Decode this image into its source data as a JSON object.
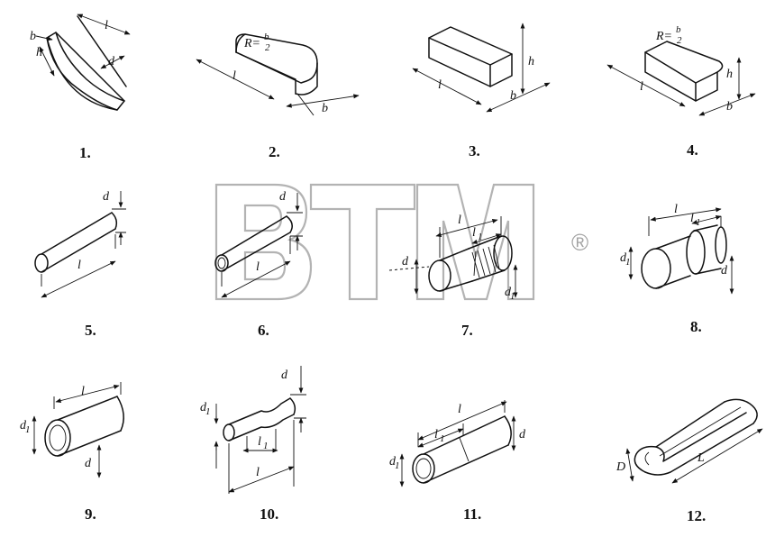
{
  "captions": [
    "1.",
    "2.",
    "3.",
    "4.",
    "5.",
    "6.",
    "7.",
    "8.",
    "9.",
    "10.",
    "11.",
    "12."
  ],
  "labels": {
    "p1": {
      "b": "b",
      "h": "h",
      "l": "l",
      "d": "d"
    },
    "p2": {
      "radius": "R=",
      "r_num": "b",
      "r_den": "2",
      "l": "l",
      "b": "b"
    },
    "p3": {
      "h": "h",
      "l": "l",
      "b": "b"
    },
    "p4": {
      "radius": "R=",
      "r_num": "b",
      "r_den": "2",
      "h": "h",
      "l": "l",
      "b": "b"
    },
    "p5": {
      "d": "d",
      "l": "l"
    },
    "p6": {
      "d": "d",
      "l": "l"
    },
    "p7": {
      "l": "l",
      "l1": "l",
      "l1_sub": "1",
      "d": "d",
      "d1": "d",
      "d1_sub": "1"
    },
    "p8": {
      "l": "l",
      "l1": "l",
      "l1_sub": "1",
      "d1": "d",
      "d1_sub": "1",
      "d": "d"
    },
    "p9": {
      "l": "l",
      "d1": "d",
      "d1_sub": "1",
      "d": "d"
    },
    "p10": {
      "d": "d",
      "d1": "d",
      "d1_sub": "1",
      "l1": "l",
      "l1_sub": "1",
      "l": "l"
    },
    "p11": {
      "l": "l",
      "l1": "l",
      "l1_sub": "1",
      "d": "d",
      "d1": "d",
      "d1_sub": "1"
    },
    "p12": {
      "D": "D",
      "L": "L"
    }
  },
  "watermark": {
    "text": "BTM",
    "mark": "®"
  }
}
